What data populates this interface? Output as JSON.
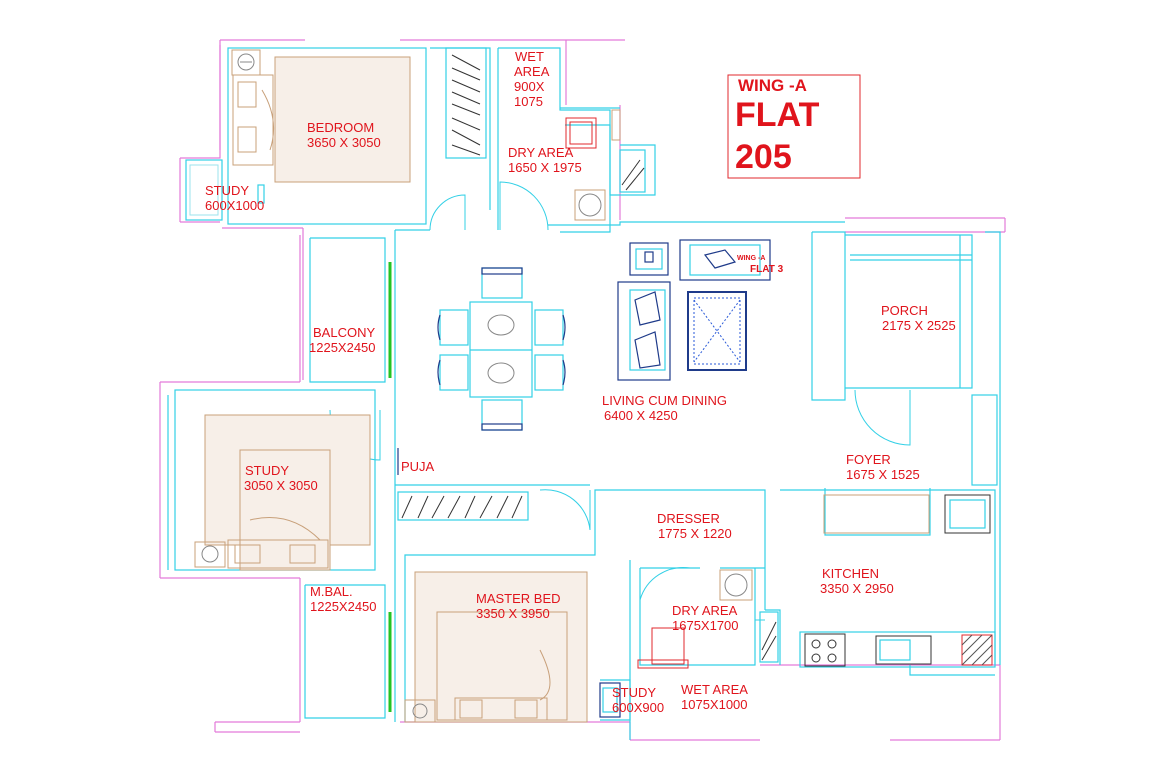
{
  "title_block": {
    "wing": "WING -A",
    "flat_word": "FLAT",
    "flat_no": "205"
  },
  "small_tag": {
    "line1": "WING -A",
    "line2": "FLAT 3"
  },
  "rooms": {
    "bedroom": {
      "name": "BEDROOM",
      "size": "3650 X 3050"
    },
    "study1": {
      "name": "STUDY",
      "size": "600X1000"
    },
    "wet_area1": {
      "name": "WET",
      "line2": "AREA",
      "line3": "900X",
      "line4": "1075"
    },
    "dry_area1": {
      "name": "DRY AREA",
      "size": "1650 X 1975"
    },
    "balcony": {
      "name": "BALCONY",
      "size": "1225X2450"
    },
    "living": {
      "name": "LIVING CUM DINING",
      "size": "6400 X 4250"
    },
    "porch": {
      "name": "PORCH",
      "size": "2175 X 2525"
    },
    "study2": {
      "name": "STUDY",
      "size": "3050 X 3050"
    },
    "puja": {
      "name": "PUJA"
    },
    "foyer": {
      "name": "FOYER",
      "size": "1675 X 1525"
    },
    "dresser": {
      "name": "DRESSER",
      "size": "1775 X 1220"
    },
    "kitchen": {
      "name": "KITCHEN",
      "size": "3350 X 2950"
    },
    "mbal": {
      "name": "M.BAL.",
      "size": "1225X2450"
    },
    "master_bed": {
      "name": "MASTER BED",
      "size": "3350 X 3950"
    },
    "dry_area2": {
      "name": "DRY AREA",
      "size": "1675X1700"
    },
    "study3": {
      "name": "STUDY",
      "size": "600X900"
    },
    "wet_area2": {
      "name": "WET AREA",
      "size": "1075X1000"
    }
  }
}
